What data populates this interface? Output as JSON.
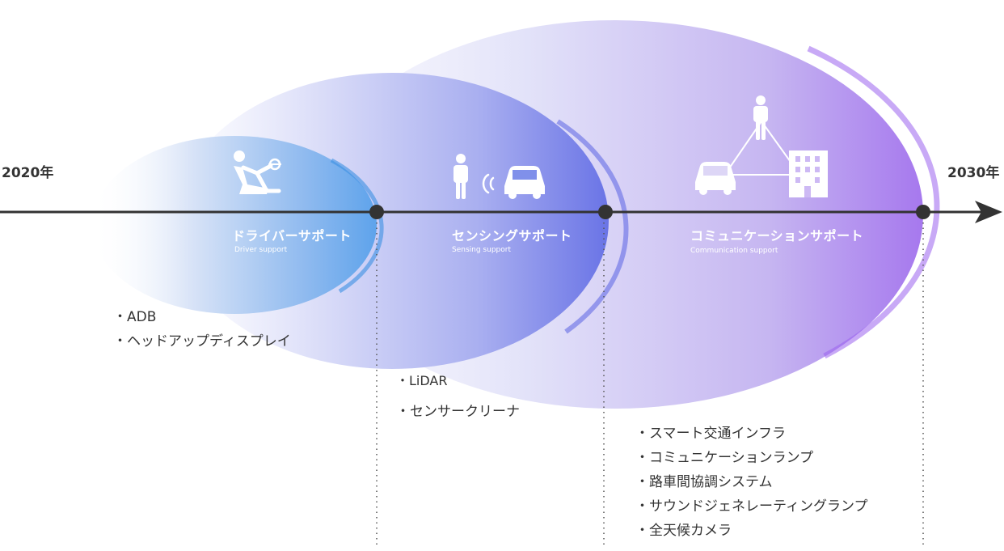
{
  "timeline": {
    "start_label": "2020年",
    "end_label": "2030年"
  },
  "phases": [
    {
      "title": "ドライバーサポート",
      "subtitle": "Driver support",
      "features": [
        "ADB",
        "ヘッドアップディスプレイ"
      ],
      "color": "#3a8ee0"
    },
    {
      "title": "センシングサポート",
      "subtitle": "Sensing support",
      "features": [
        "LiDAR",
        "センサークリーナ"
      ],
      "color": "#5f6fe6"
    },
    {
      "title": "コミュニケーションサポート",
      "subtitle": "Communication support",
      "features": [
        "スマート交通インフラ",
        "コミュニケーションランプ",
        "路車間協調システム",
        "サウンドジェネレーティングランプ",
        "全天候カメラ"
      ],
      "color": "#a56ef0"
    }
  ],
  "icons": {
    "phase1": "driver-seat-icon",
    "phase2": [
      "person-icon",
      "signal-waves-icon",
      "car-icon"
    ],
    "phase3": [
      "person-icon",
      "car-icon",
      "building-icon",
      "network-triangle-icon"
    ]
  }
}
